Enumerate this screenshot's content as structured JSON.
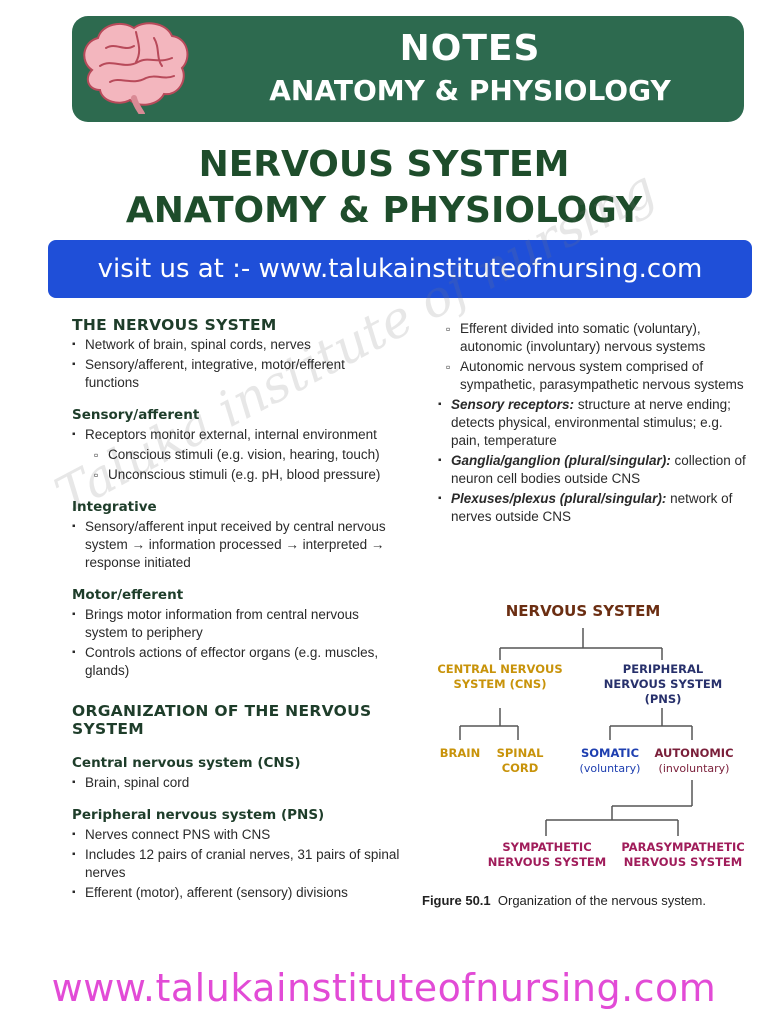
{
  "banner": {
    "title": "NOTES",
    "subtitle": "ANATOMY & PHYSIOLOGY"
  },
  "main_title": {
    "line1": "NERVOUS SYSTEM",
    "line2": "ANATOMY & PHYSIOLOGY"
  },
  "visit_bar": "visit us at :- www.talukainstituteofnursing.com",
  "watermark": "Taluka institute of nursing",
  "left": {
    "heading_nervous": "THE NERVOUS SYSTEM",
    "nervous_items": [
      "Network of brain, spinal cords, nerves",
      "Sensory/afferent, integrative, motor/efferent functions"
    ],
    "sensory_heading": "Sensory/afferent",
    "sensory_item": "Receptors monitor external, internal environment",
    "sensory_sub": [
      "Conscious stimuli (e.g. vision, hearing, touch)",
      "Unconscious stimuli (e.g. pH, blood pressure)"
    ],
    "integrative_heading": "Integrative",
    "integrative_item": "Sensory/afferent input received by central nervous system → information processed → interpreted → response initiated",
    "motor_heading": "Motor/efferent",
    "motor_items": [
      "Brings motor information from central nervous system to periphery",
      "Controls actions of effector organs (e.g. muscles, glands)"
    ],
    "org_heading": "ORGANIZATION OF THE NERVOUS SYSTEM",
    "cns_heading": "Central nervous system (CNS)",
    "cns_item": "Brain, spinal cord",
    "pns_heading": "Peripheral nervous system (PNS)",
    "pns_items": [
      "Nerves connect PNS with CNS",
      "Includes 12 pairs of cranial nerves, 31 pairs of spinal nerves",
      "Efferent (motor), afferent (sensory) divisions"
    ]
  },
  "right": {
    "sub_items": [
      "Efferent divided into somatic (voluntary), autonomic (involuntary) nervous systems",
      "Autonomic nervous system comprised of sympathetic, parasympathetic nervous systems"
    ],
    "terms": [
      {
        "term": "Sensory receptors:",
        "def": " structure at nerve ending; detects physical, environmental stimulus; e.g. pain, temperature"
      },
      {
        "term": "Ganglia/ganglion (plural/singular):",
        "def": " collection of neuron cell bodies outside CNS"
      },
      {
        "term": "Plexuses/plexus (plural/singular):",
        "def": " network of nerves outside CNS"
      }
    ]
  },
  "diagram": {
    "root": "NERVOUS SYSTEM",
    "cns": "CENTRAL NERVOUS SYSTEM (CNS)",
    "pns": "PERIPHERAL NERVOUS SYSTEM (PNS)",
    "brain": "BRAIN",
    "spinal_cord": "SPINAL CORD",
    "somatic": "SOMATIC",
    "somatic_note": "(voluntary)",
    "autonomic": "AUTONOMIC",
    "autonomic_note": "(involuntary)",
    "sympathetic": "SYMPATHETIC NERVOUS SYSTEM",
    "parasympathetic": "PARASYMPATHETIC NERVOUS SYSTEM",
    "colors": {
      "root": "#6b2e12",
      "cns": "#c8930a",
      "pns": "#27306b",
      "somatic": "#1e3fb0",
      "autonomic": "#7a1f3a",
      "leaf": "#a01c5a"
    }
  },
  "caption": {
    "label": "Figure 50.1",
    "text": "Organization of the nervous system."
  },
  "footer_url": "www.talukainstituteofnursing.com",
  "colors": {
    "banner": "#2d6a4f",
    "title": "#1e4d2b",
    "bar": "#1f4fd8",
    "footer": "#e24bd6"
  }
}
